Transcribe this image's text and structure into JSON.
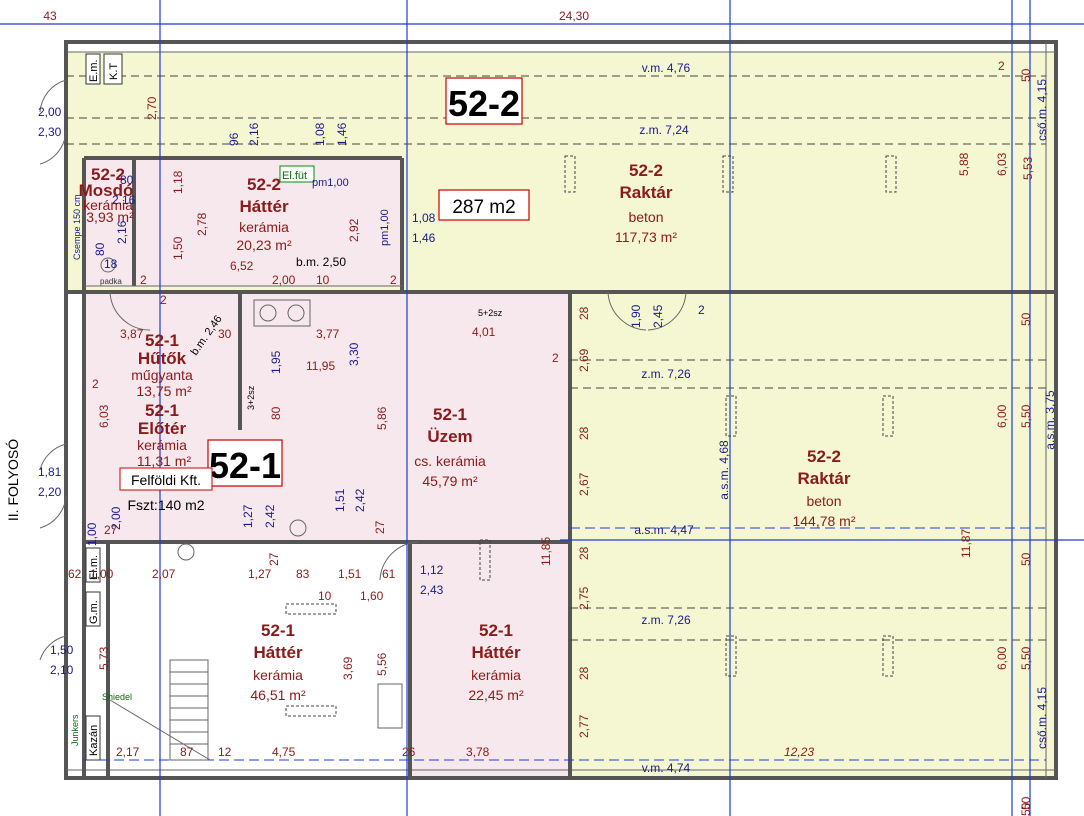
{
  "top_dims": {
    "left": "43",
    "overall": "24,30"
  },
  "corridor": "II. FOLYOSÓ",
  "unit_522": {
    "tag": "52-2",
    "area_box": "287 m2",
    "beams": [
      "v.m. 4,76",
      "z.m. 7,24",
      "z.m. 7,26",
      "a.s.m. 4,47",
      "z.m. 7,26",
      "v.m. 4,74"
    ],
    "side_labels": [
      "cső.m. 4,15",
      "a.s.m. 3,75",
      "cső.m. 4,15",
      "a.s.m. 4,68"
    ],
    "rooms": [
      {
        "code": "52-2",
        "name": "Raktár",
        "floor": "beton",
        "area": "117,73 m²"
      },
      {
        "code": "52-2",
        "name": "Raktár",
        "floor": "beton",
        "area": "144,78 m²"
      },
      {
        "code": "52-2",
        "name": "Mosdó",
        "floor": "kerámia",
        "area": "3,93 m²"
      },
      {
        "code": "52-2",
        "name": "Háttér",
        "floor": "kerámia",
        "area": "20,23 m²"
      }
    ]
  },
  "unit_521": {
    "tag": "52-1",
    "company": "Felföldi Kft.",
    "floor_area": "Fszt:140 m2",
    "rooms": [
      {
        "code": "52-1",
        "name": "Hűtők",
        "floor": "műgyanta",
        "area": "13,75 m²"
      },
      {
        "code": "52-1",
        "name": "Előtér",
        "floor": "kerámia",
        "area": "11,31 m²"
      },
      {
        "code": "52-1",
        "name": "Üzem",
        "floor": "cs. kerámia",
        "area": "45,79 m²"
      },
      {
        "code": "52-1",
        "name": "Háttér",
        "floor": "kerámia",
        "area": "46,51 m²"
      },
      {
        "code": "52-1",
        "name": "Háttér",
        "floor": "kerámia",
        "area": "22,45 m²"
      }
    ]
  },
  "small_labels": {
    "em1": "E.m.",
    "kt": "K.T",
    "elfut": "El.füt",
    "pm1": "pm1,00",
    "pm2": "pm1,00",
    "csempe": "Csempe 150 cm",
    "padka": "padka",
    "bm": "b.m. 2,50",
    "bm2": "b.m. 2,46",
    "em2": "El.m.",
    "gm": "G.m.",
    "shiedel": "Shiedel",
    "junkers": "Junkers",
    "kazan": "Kazán",
    "n3sz": "3+2sz",
    "n5sz": "5+2sz"
  },
  "dims": {
    "d270": "2,70",
    "d200": "2,00",
    "d230": "2,30",
    "d96": "96",
    "d216a": "2,16",
    "d108a": "1,08",
    "d146a": "1,46",
    "d80a": "80",
    "d216b": "2,16",
    "d118": "1,18",
    "d278": "2,78",
    "d150": "1,50",
    "d292": "2,92",
    "d108b": "1,08",
    "d146b": "1,46",
    "d652": "6,52",
    "d200b": "2,00",
    "d10": "10",
    "d216c": "2,16",
    "d80b": "80",
    "d18": "18",
    "d2a": "2",
    "d2b": "2",
    "d387": "3,87",
    "d30": "30",
    "d377": "3,77",
    "d401": "4,01",
    "d1195": "11,95",
    "d195": "1,95",
    "d330": "3,30",
    "d80c": "80",
    "d586": "5,86",
    "d603a": "6,03",
    "d151": "1,51",
    "d242a": "2,42",
    "d127a": "1,27",
    "d242b": "2,42",
    "d27a": "27",
    "d27b": "27",
    "d27c": "27",
    "d200c": "2,00",
    "d100": "1,00",
    "d100b": "1,00",
    "d207": "2,07",
    "d127b": "1,27",
    "d83": "83",
    "d151b": "1,51",
    "d61": "61",
    "d112": "1,12",
    "d243": "2,43",
    "d10b": "10",
    "d160": "1,60",
    "d62": "62",
    "d181": "1,81",
    "d220": "2,20",
    "d150b": "1,50",
    "d210": "2,10",
    "d573": "5,73",
    "d369": "3,69",
    "d556": "5,56",
    "d1185": "11,85",
    "d217": "2,17",
    "d87": "87",
    "d12": "12",
    "d475": "4,75",
    "d26": "26",
    "d378": "3,78",
    "d1223": "12,23",
    "d1187": "11,87",
    "d588": "5,88",
    "d603b": "6,03",
    "d553": "5,53",
    "d600a": "6,00",
    "d550a": "5,50",
    "d600b": "6,00",
    "d550b": "5,50",
    "d50a": "50",
    "d50b": "50",
    "d50c": "50",
    "d50d": "50",
    "d50e": "50",
    "d28a": "28",
    "d269": "2,69",
    "d28b": "28",
    "d267": "2,67",
    "d28c": "28",
    "d275": "2,75",
    "d28d": "28",
    "d277": "2,77",
    "d190": "1,90",
    "d245": "2,45",
    "d2c": "2",
    "d2d": "2",
    "d2e": "2",
    "d2f": "2",
    "d2g": "2"
  }
}
